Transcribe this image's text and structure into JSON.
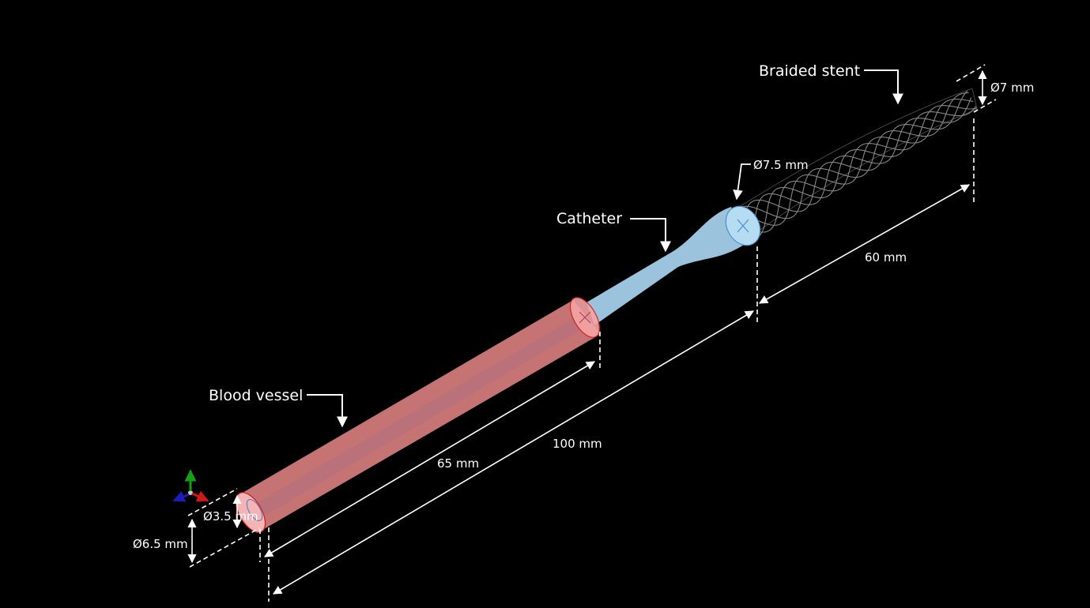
{
  "labels": {
    "braided_stent": "Braided stent",
    "catheter": "Catheter",
    "blood_vessel": "Blood vessel"
  },
  "dimensions": {
    "stent_diameter": "Ø7 mm",
    "catheter_tip_diameter": "Ø7.5 mm",
    "stent_length": "60 mm",
    "total_length": "100 mm",
    "vessel_length": "65 mm",
    "vessel_inner_diameter": "Ø3.5 mm",
    "vessel_outer_diameter": "Ø6.5 mm"
  },
  "colors": {
    "background": "#000000",
    "vessel": "#f08c8c",
    "catheter": "#a8d4f0",
    "stent": "#9a9a9a",
    "annotation": "#ffffff",
    "axis_x": "#d01818",
    "axis_y": "#16a016",
    "axis_z": "#1c1cb8"
  },
  "icons": {
    "axis_triad": "xyz-axis-triad-icon"
  }
}
